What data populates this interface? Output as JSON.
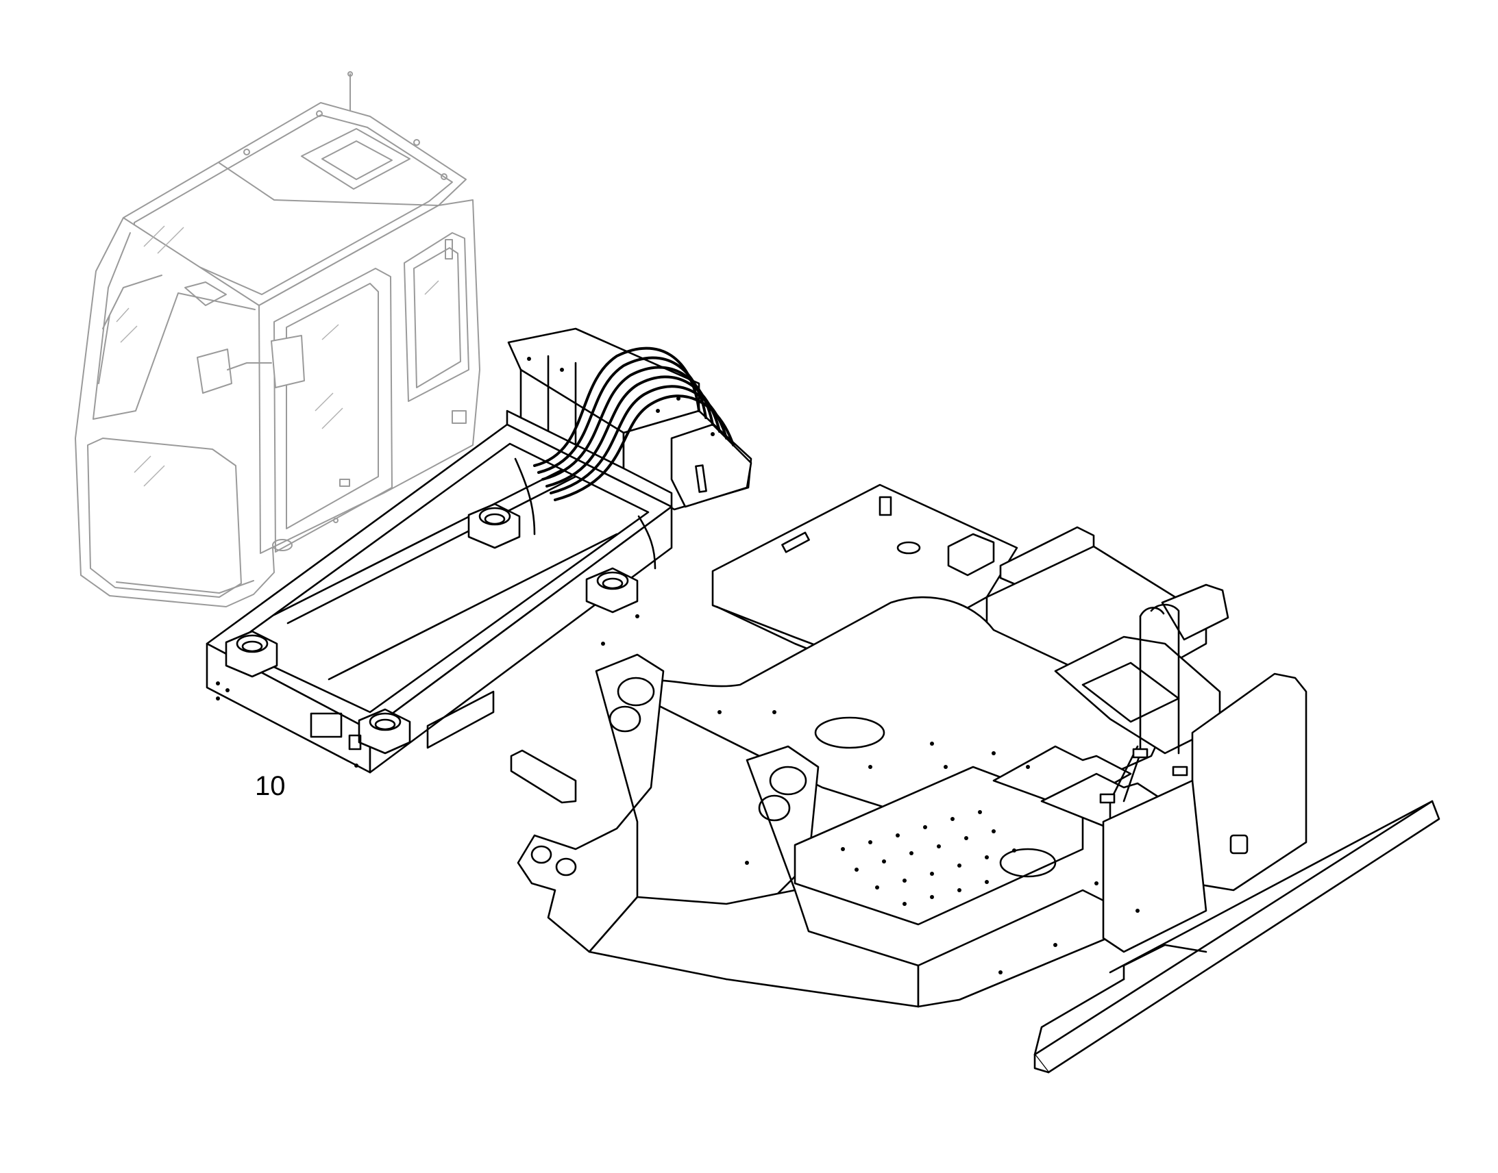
{
  "diagram": {
    "callouts": [
      {
        "label": "10"
      }
    ],
    "parts": [
      {
        "name": "operator-cab",
        "rendering": "ghosted"
      },
      {
        "name": "cab-mounting-frame",
        "rendering": "highlighted"
      },
      {
        "name": "hydraulic-hoses",
        "rendering": "highlighted"
      },
      {
        "name": "upper-frame",
        "rendering": "outline"
      },
      {
        "name": "side-rail",
        "rendering": "outline"
      }
    ],
    "colors": {
      "line": "#000000",
      "ghost_line": "#9a9a9a",
      "background": "#ffffff"
    }
  }
}
